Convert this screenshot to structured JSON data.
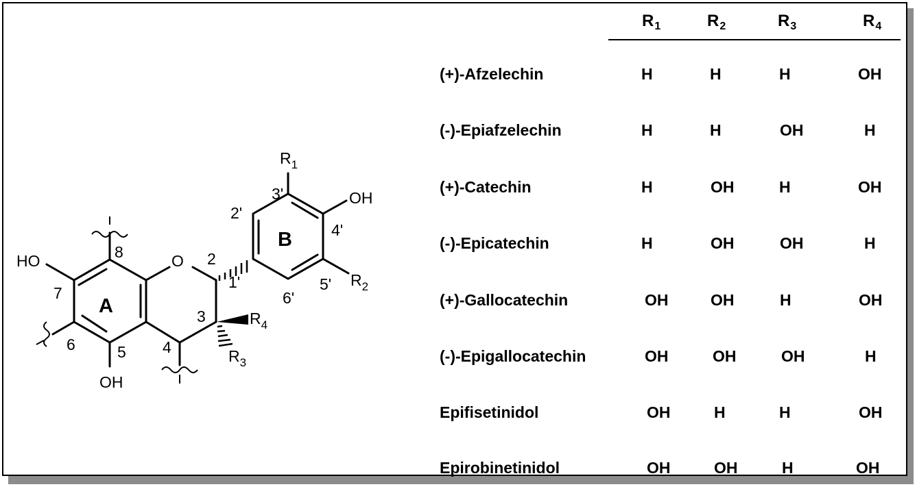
{
  "structure": {
    "ring_labels": {
      "A": "A",
      "B": "B"
    },
    "atoms": {
      "ring_oxygen": "O",
      "oh_c7": "HO",
      "oh_c5": "OH",
      "oh_c4prime": "OH"
    },
    "substituents": {
      "R1": {
        "letter": "R",
        "index": "1"
      },
      "R2": {
        "letter": "R",
        "index": "2"
      },
      "R3": {
        "letter": "R",
        "index": "3"
      },
      "R4": {
        "letter": "R",
        "index": "4"
      }
    },
    "position_numbers": {
      "p2": "2",
      "p3": "3",
      "p4": "4",
      "p5": "5",
      "p6": "6",
      "p7": "7",
      "p8": "8",
      "p1prime": "1'",
      "p2prime": "2'",
      "p3prime": "3'",
      "p4prime": "4'",
      "p5prime": "5'",
      "p6prime": "6'"
    }
  },
  "table": {
    "headers": [
      {
        "letter": "R",
        "index": "1"
      },
      {
        "letter": "R",
        "index": "2"
      },
      {
        "letter": "R",
        "index": "3"
      },
      {
        "letter": "R",
        "index": "4"
      }
    ],
    "rows": [
      {
        "name": "(+)-Afzelechin",
        "r1": "H",
        "r2": "H",
        "r3": "H",
        "r4": "OH"
      },
      {
        "name": "(-)-Epiafzelechin",
        "r1": "H",
        "r2": "H",
        "r3": "OH",
        "r4": "H"
      },
      {
        "name": "(+)-Catechin",
        "r1": "H",
        "r2": "OH",
        "r3": "H",
        "r4": "OH"
      },
      {
        "name": "(-)-Epicatechin",
        "r1": "H",
        "r2": "OH",
        "r3": "OH",
        "r4": "H"
      },
      {
        "name": "(+)-Gallocatechin",
        "r1": "OH",
        "r2": "OH",
        "r3": "H",
        "r4": "OH"
      },
      {
        "name": "(-)-Epigallocatechin",
        "r1": "OH",
        "r2": "OH",
        "r3": "OH",
        "r4": "H"
      },
      {
        "name": "Epifisetinidol",
        "r1": "OH",
        "r2": "H",
        "r3": "H",
        "r4": "OH"
      },
      {
        "name": "Epirobinetinidol",
        "r1": "OH",
        "r2": "OH",
        "r3": "H",
        "r4": "OH"
      }
    ]
  }
}
